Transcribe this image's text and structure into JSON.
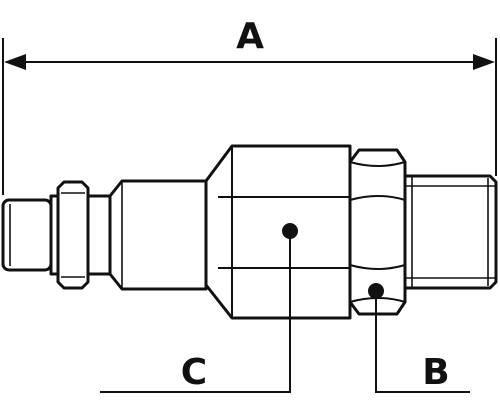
{
  "diagram": {
    "labels": {
      "overall_length": "A",
      "thread_size": "B",
      "hex_size": "C"
    }
  }
}
